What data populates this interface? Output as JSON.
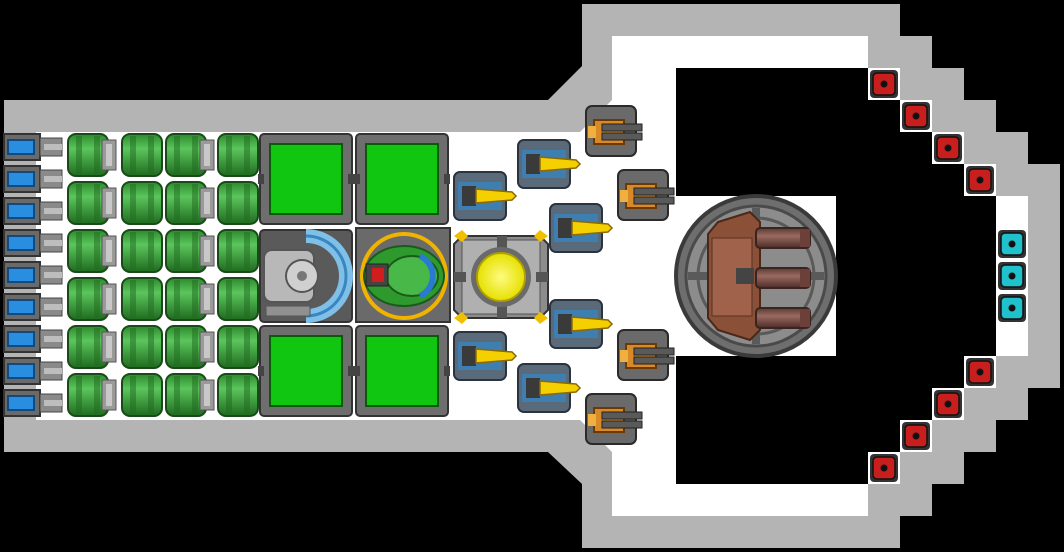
{
  "scene": {
    "kind": "ship-blueprint",
    "colors": {
      "background": "#000000",
      "hull": "#b4b4b4",
      "floor": "#ffffff",
      "tank": "#3aa83a",
      "screen": "#11c611",
      "reactor_glow": "#f4f400",
      "thruster_blue": "#2a8ee0",
      "node_red": "#c81e1e",
      "node_cyan": "#20c0cc",
      "turret_brown": "#8a5038",
      "gun_orange": "#d88a28"
    },
    "modules": {
      "battery_cells": 9,
      "tank_columns": 4,
      "tank_rows": 6,
      "screens": 4,
      "blue_cannons": 6,
      "orange_guns": 4,
      "red_nodes": 8,
      "cyan_nodes": 3,
      "turret_barrels": 3
    },
    "icons": {
      "battery": "battery-cell-icon",
      "tank": "fuel-tank-icon",
      "screen": "monitor-screen-icon",
      "shield": "shield-generator-icon",
      "cockpit": "cockpit-icon",
      "reactor": "reactor-core-icon",
      "cannon": "blue-cannon-icon",
      "gun": "orange-gun-icon",
      "turret": "heavy-turret-icon",
      "node_red": "red-hardpoint-icon",
      "node_cyan": "cyan-hardpoint-icon"
    }
  }
}
